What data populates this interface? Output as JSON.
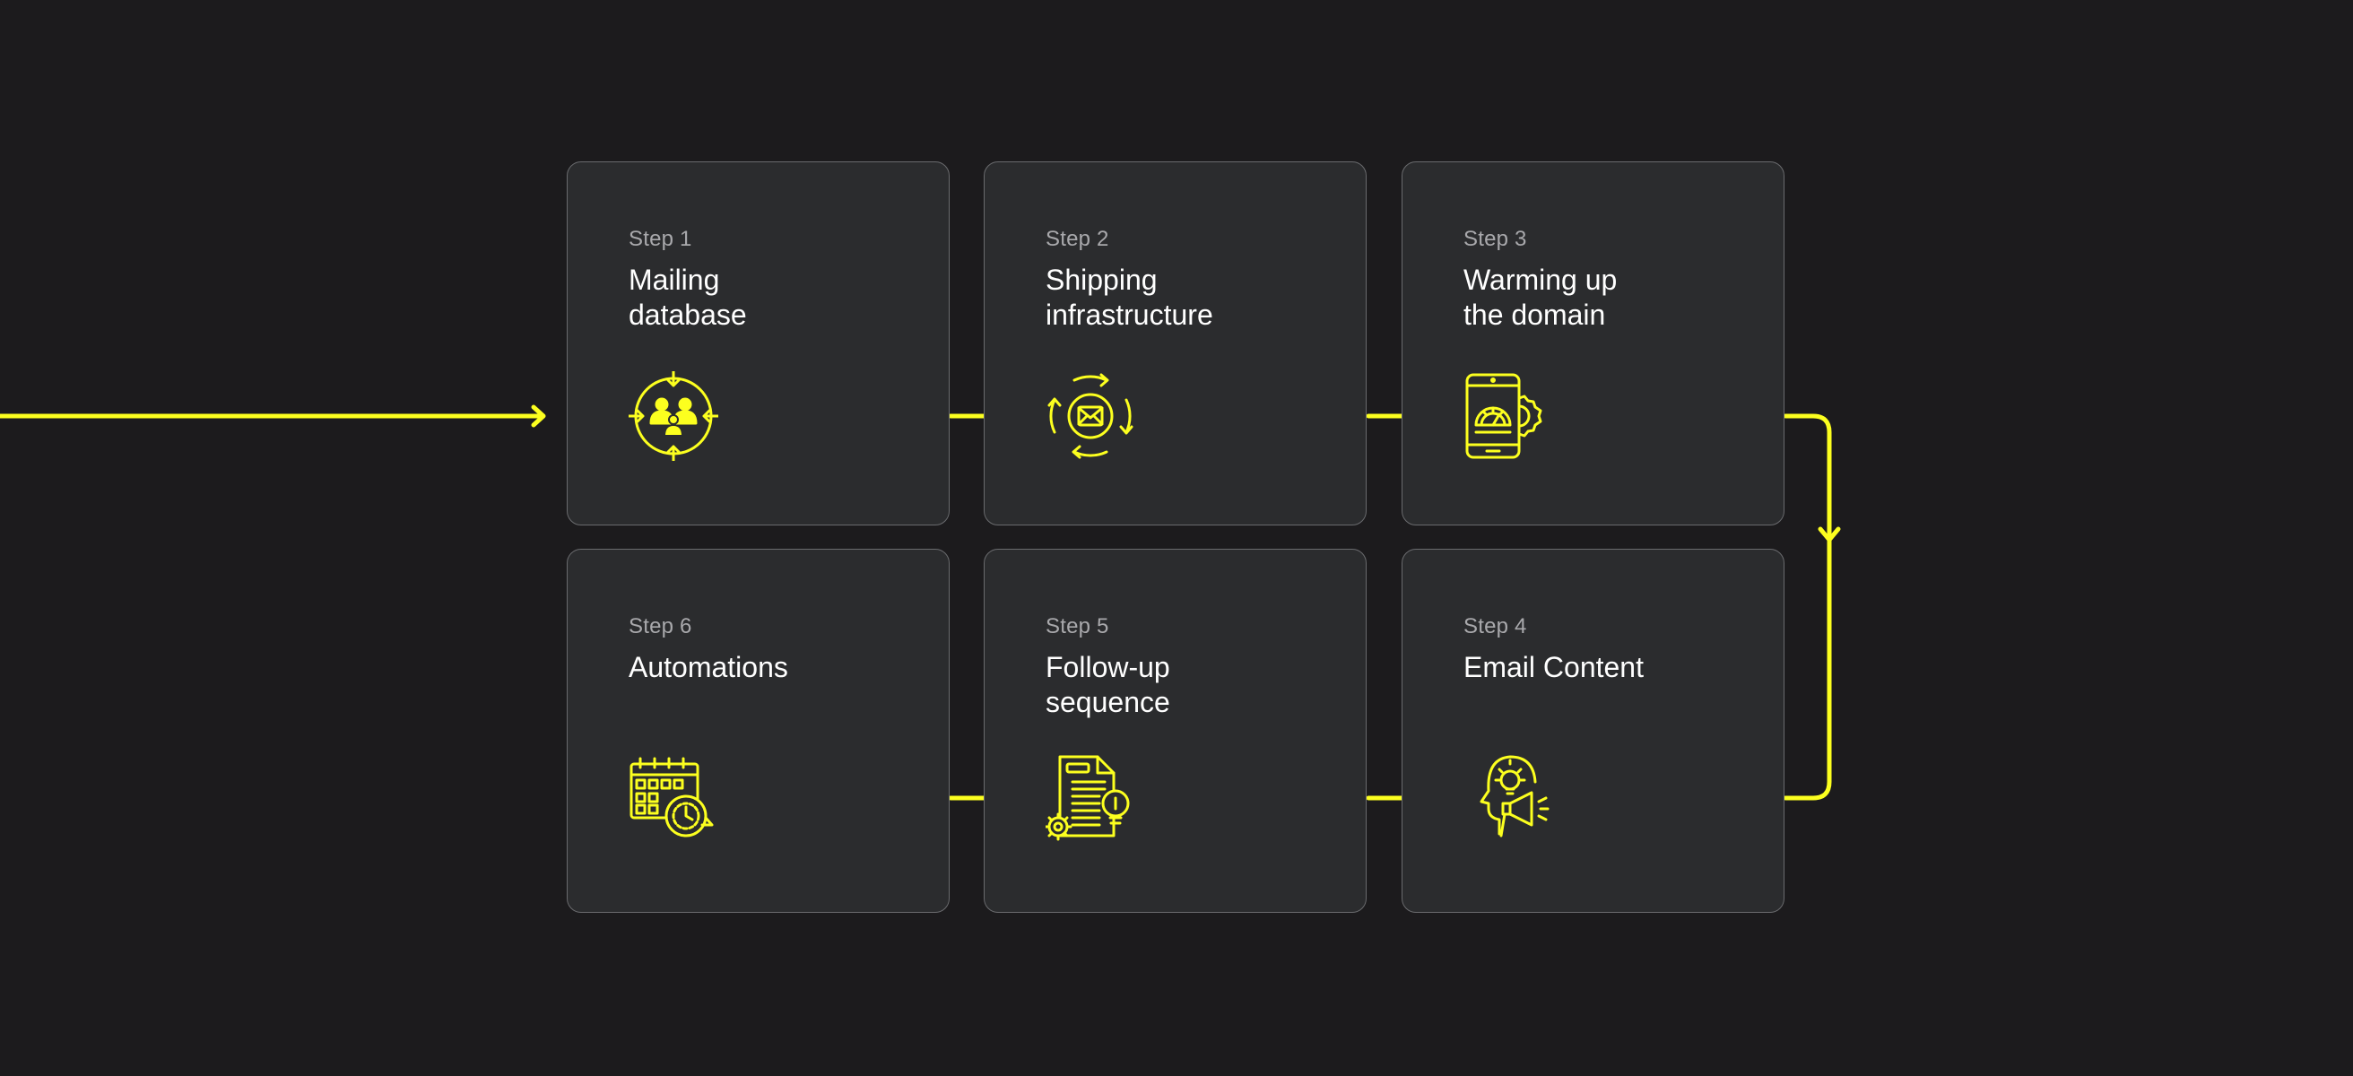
{
  "accent_color": "#fcff1f",
  "background_color": "#1c1b1d",
  "card_color": "#2b2c2e",
  "steps": [
    {
      "step": "Step 1",
      "title_line1": "Mailing",
      "title_line2": "database",
      "icon": "target-audience-icon"
    },
    {
      "step": "Step 2",
      "title_line1": "Shipping",
      "title_line2": "infrastructure",
      "icon": "email-cycle-icon"
    },
    {
      "step": "Step 3",
      "title_line1": "Warming up",
      "title_line2": "the domain",
      "icon": "phone-gauge-gear-icon"
    },
    {
      "step": "Step 4",
      "title_line1": "Email Content",
      "title_line2": "",
      "icon": "head-idea-megaphone-icon"
    },
    {
      "step": "Step 5",
      "title_line1": "Follow-up",
      "title_line2": "sequence",
      "icon": "document-lightbulb-icon"
    },
    {
      "step": "Step 6",
      "title_line1": "Automations",
      "title_line2": "",
      "icon": "calendar-clock-icon"
    }
  ]
}
